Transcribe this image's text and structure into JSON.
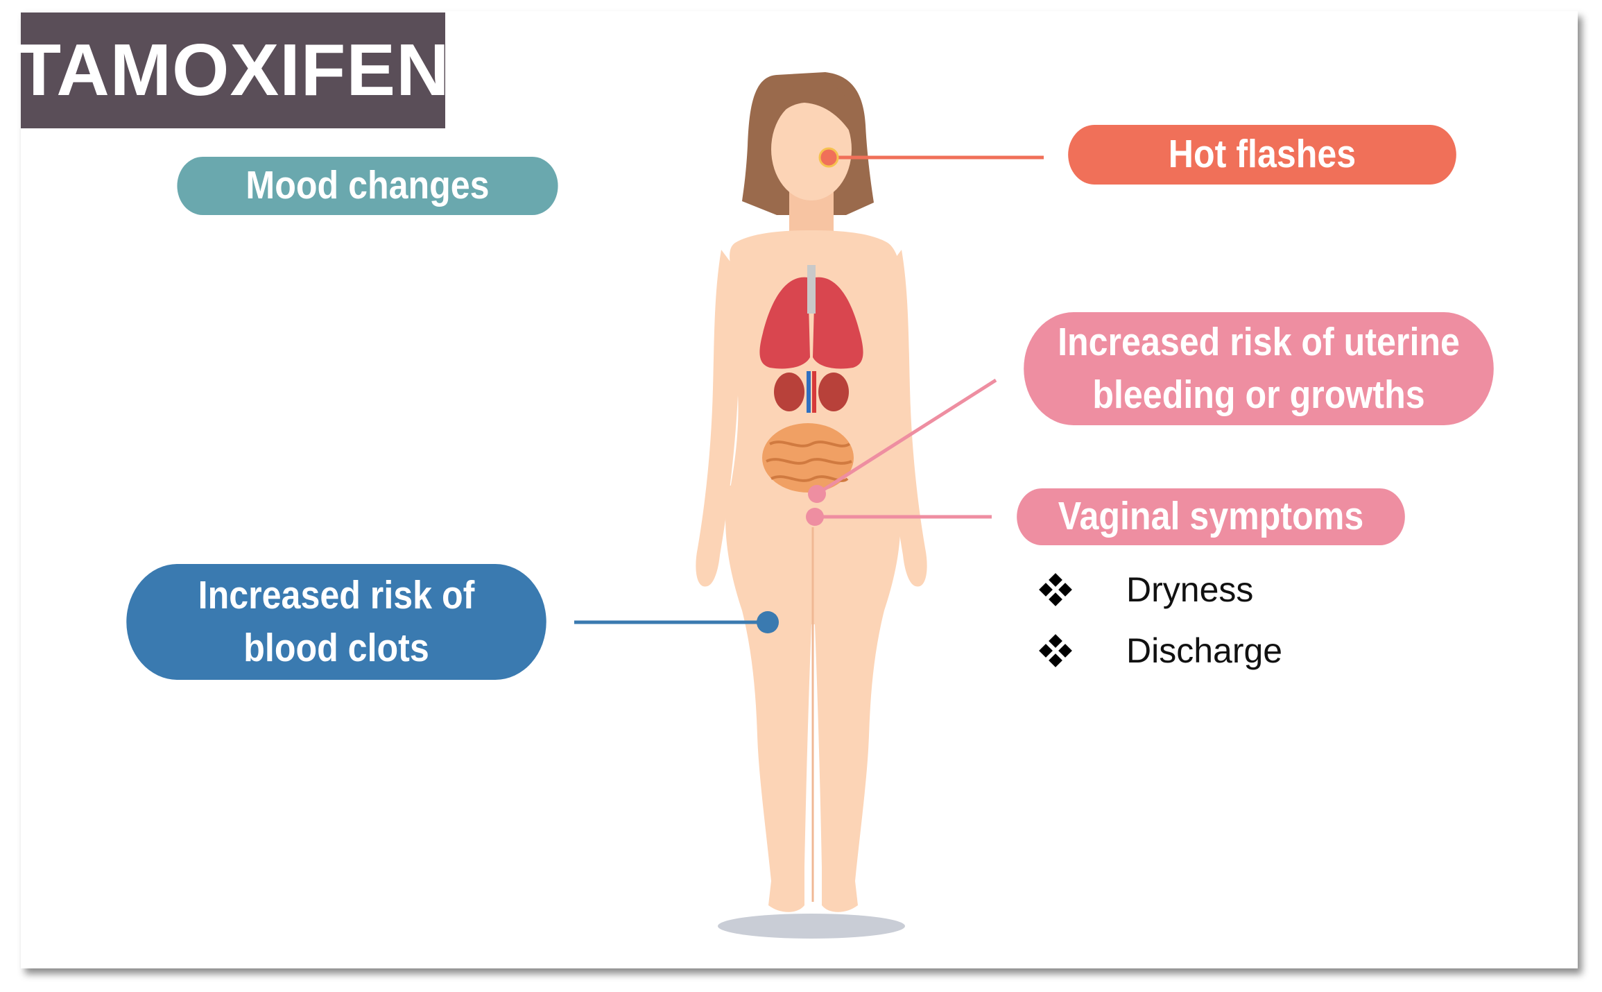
{
  "title": "TAMOXIFEN",
  "colors": {
    "title_bg": "#5a4e58",
    "mood": "#6aa8ae",
    "hot": "#f07059",
    "pink": "#ee8ea1",
    "clots": "#3a7ab0",
    "skin": "#fcd4b6",
    "hair": "#9a6a4c"
  },
  "labels": {
    "mood": "Mood changes",
    "hot": "Hot flashes",
    "uterine_line1": "Increased risk of uterine",
    "uterine_line2": "bleeding or growths",
    "vaginal": "Vaginal symptoms",
    "clots_line1": "Increased risk of",
    "clots_line2": "blood clots"
  },
  "vaginal_symptoms": [
    "Dryness",
    "Discharge"
  ],
  "icons": [
    "woman-body-illustration",
    "diamond-bullet-icon"
  ]
}
